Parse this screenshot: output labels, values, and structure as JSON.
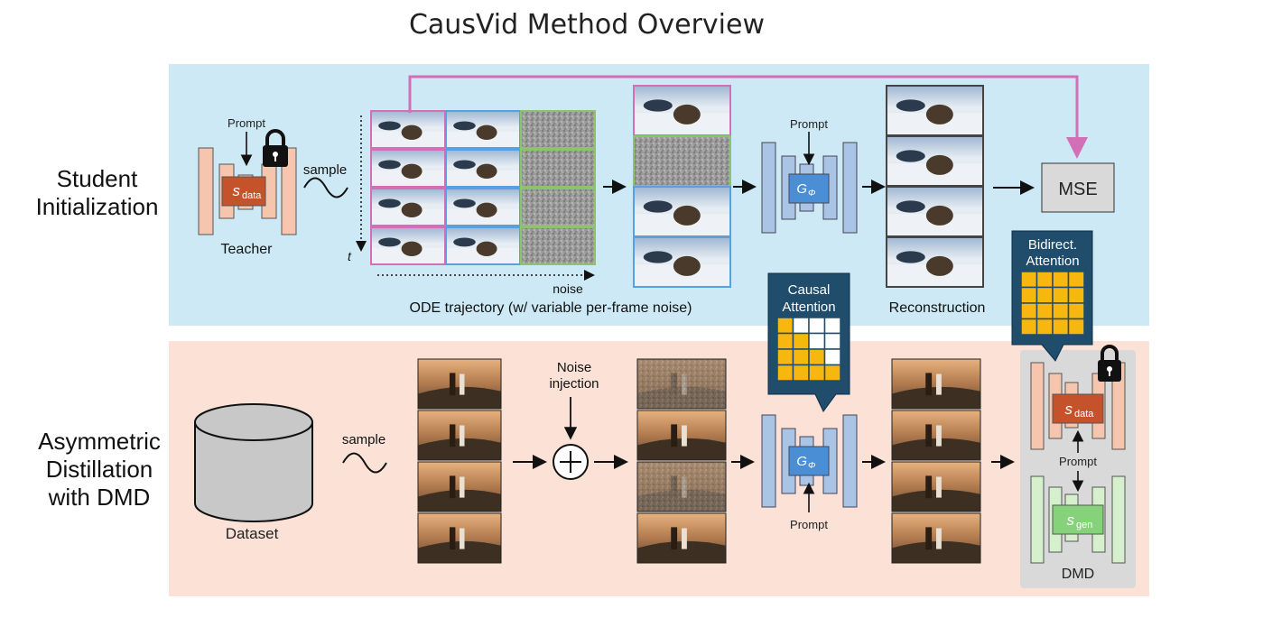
{
  "title": "CausVid Method Overview",
  "rows": {
    "student_init": "Student Initialization",
    "asym": [
      "Asymmetric",
      "Distillation",
      "with DMD"
    ]
  },
  "top": {
    "prompt": "Prompt",
    "sample": "sample",
    "teacher": "Teacher",
    "t_axis": "t",
    "noise_axis": "noise",
    "ode_caption": "ODE trajectory (w/ variable per-frame noise)",
    "reconstruction": "Reconstruction",
    "mse": "MSE",
    "s_data": "s",
    "s_data_sub": "data",
    "g_phi": "G",
    "g_phi_sub": "Φ"
  },
  "bottom": {
    "dataset": "Dataset",
    "sample": "sample",
    "noise_injection": [
      "Noise",
      "injection"
    ],
    "prompt_student": "Prompt",
    "prompt_dmd": "Prompt",
    "dmd": "DMD",
    "s_data": "s",
    "s_data_sub": "data",
    "s_gen": "s",
    "s_gen_sub": "gen",
    "g_phi": "G",
    "g_phi_sub": "Φ"
  },
  "callouts": {
    "causal": [
      "Causal",
      "Attention"
    ],
    "bidirect": [
      "Bidirect.",
      "Attention"
    ]
  },
  "colors": {
    "top_bg": "#cde9f6",
    "bottom_bg": "#fbe1d6",
    "dmd_bg": "#d9d9d9",
    "teacher_fill": "#f6c5ad",
    "student_fill": "#a9c4e4",
    "sdata_fill": "#c4522a",
    "gphi_fill": "#4a8fd6",
    "sgen_fill": "#86d27a",
    "gen_branch_fill": "#d6f0cd",
    "callout_bg": "#1f4d6b",
    "grid_yellow": "#f6b80f",
    "mse_link": "#d36fb7",
    "frame_pink": "#d36fb7",
    "frame_blue": "#5aa0dc",
    "frame_green": "#8cc36c"
  }
}
